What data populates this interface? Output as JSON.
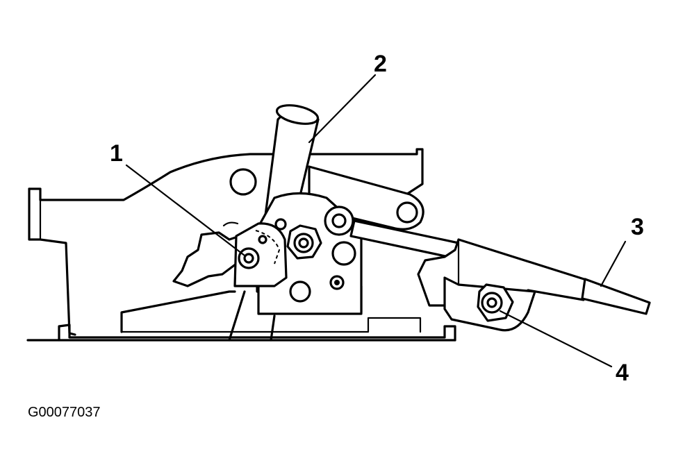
{
  "figure_id": "G00077037",
  "callouts": [
    {
      "id": "1",
      "label": "1"
    },
    {
      "id": "2",
      "label": "2"
    },
    {
      "id": "3",
      "label": "3"
    },
    {
      "id": "4",
      "label": "4"
    }
  ]
}
